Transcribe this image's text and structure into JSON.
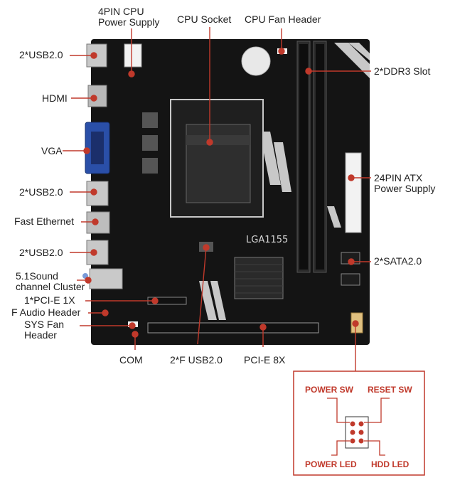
{
  "labels": {
    "cpu_power_line1": "4PIN CPU",
    "cpu_power_line2": "Power Supply",
    "cpu_socket": "CPU Socket",
    "cpu_fan": "CPU Fan Header",
    "usb_top": "2*USB2.0",
    "hdmi": "HDMI",
    "vga": "VGA",
    "usb_mid": "2*USB2.0",
    "ethernet": "Fast Ethernet",
    "usb_low": "2*USB2.0",
    "sound_line1": "5.1Sound",
    "sound_line2": "channel Cluster",
    "pcie1x": "1*PCI-E 1X",
    "faudio": "F Audio Header",
    "sysfan_line1": "SYS Fan",
    "sysfan_line2": "Header",
    "com": "COM",
    "fusb": "2*F USB2.0",
    "pcie8x": "PCI-E 8X",
    "ddr3": "2*DDR3 Slot",
    "atx_line1": "24PIN ATX",
    "atx_line2": "Power Supply",
    "sata": "2*SATA2.0"
  },
  "board": {
    "socket_text": "LGA1155"
  },
  "panel": {
    "power_sw": "POWER SW",
    "reset_sw": "RESET SW",
    "power_led": "POWER LED",
    "hdd_led": "HDD  LED"
  },
  "colors": {
    "pcb": "#141414",
    "callout": "#c0392b",
    "vga_port": "#2a4fa8",
    "ram_slot": "#2b2b2b"
  }
}
